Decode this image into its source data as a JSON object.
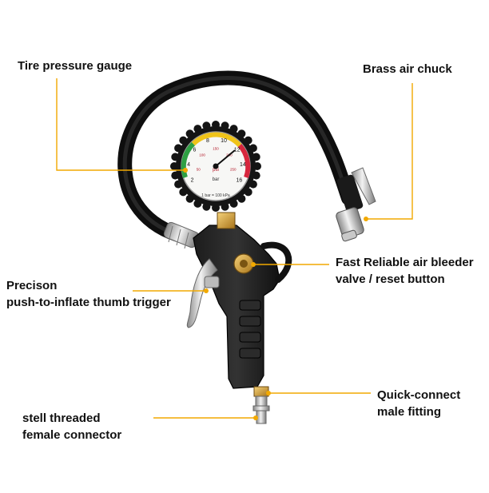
{
  "accent_color": "#f2a900",
  "callouts": {
    "gauge": {
      "line1": "Tire pressure gauge"
    },
    "chuck": {
      "line1": "Brass air chuck"
    },
    "bleeder": {
      "line1": "Fast Reliable air bleeder",
      "line2": "valve / reset button"
    },
    "trigger": {
      "line1": "Precison",
      "line2": "push-to-inflate thumb trigger"
    },
    "quick_connect": {
      "line1": "Quick-connect",
      "line2": "male fitting"
    },
    "female": {
      "line1": "stell threaded",
      "line2": "female connector"
    }
  },
  "gauge_face": {
    "outer_numbers": [
      "2",
      "4",
      "6",
      "8",
      "10",
      "12",
      "14",
      "16"
    ],
    "inner_numbers": [
      "50",
      "100",
      "150",
      "200",
      "250"
    ],
    "unit_bar": "bar",
    "unit_psi": "psi",
    "conversion_note": "1 bar = 100 kPa"
  }
}
